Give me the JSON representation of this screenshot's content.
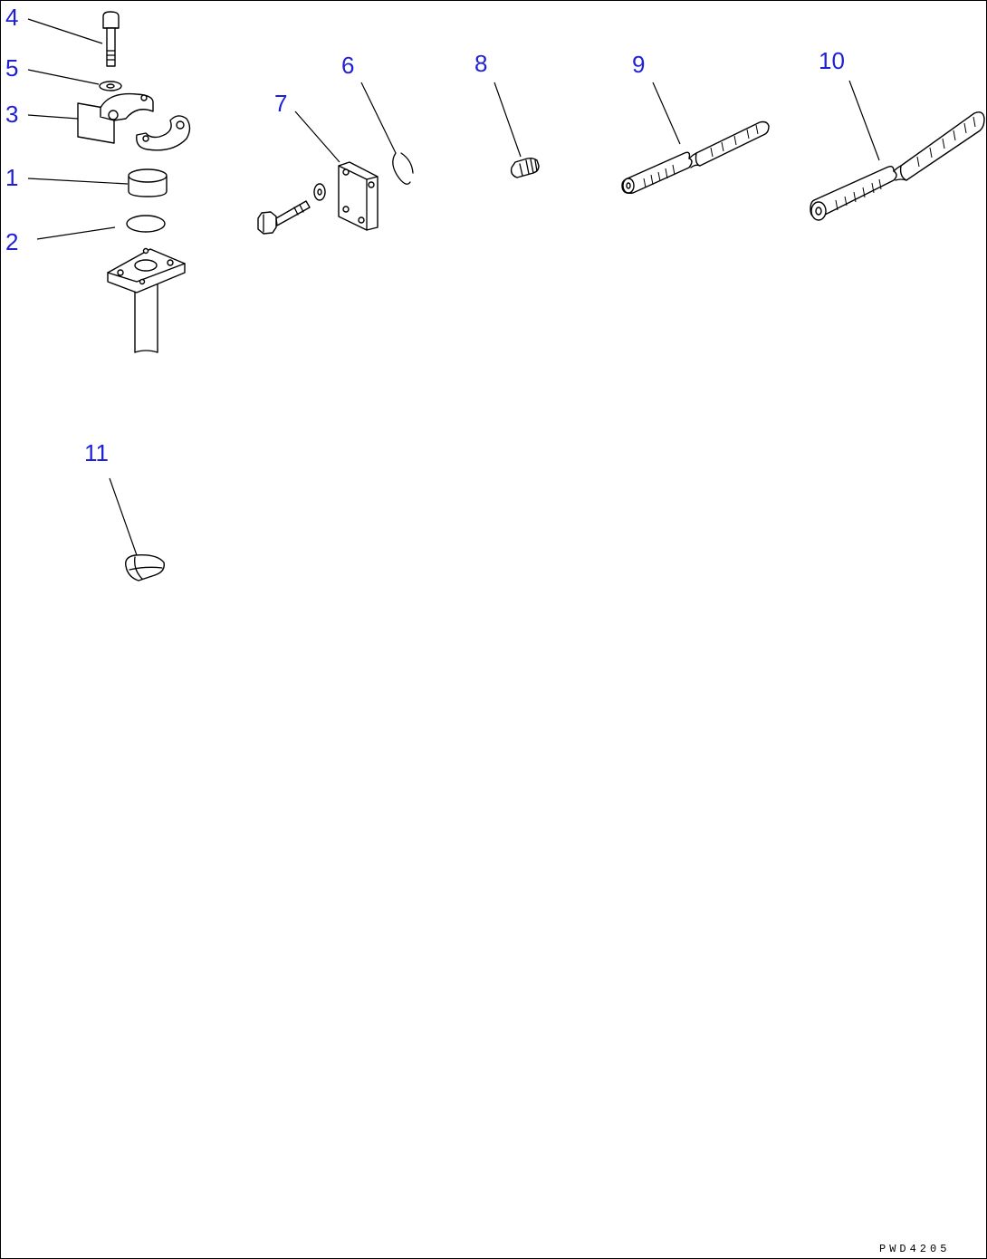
{
  "diagram": {
    "callouts": [
      {
        "id": "4",
        "label": "4"
      },
      {
        "id": "5",
        "label": "5"
      },
      {
        "id": "3",
        "label": "3"
      },
      {
        "id": "1",
        "label": "1"
      },
      {
        "id": "2",
        "label": "2"
      },
      {
        "id": "7",
        "label": "7"
      },
      {
        "id": "6",
        "label": "6"
      },
      {
        "id": "8",
        "label": "8"
      },
      {
        "id": "9",
        "label": "9"
      },
      {
        "id": "10",
        "label": "10"
      },
      {
        "id": "11",
        "label": "11"
      }
    ],
    "reference_code": "PWD4205",
    "colors": {
      "callout": "#1f1fd6",
      "line": "#000000",
      "background": "#ffffff"
    }
  }
}
